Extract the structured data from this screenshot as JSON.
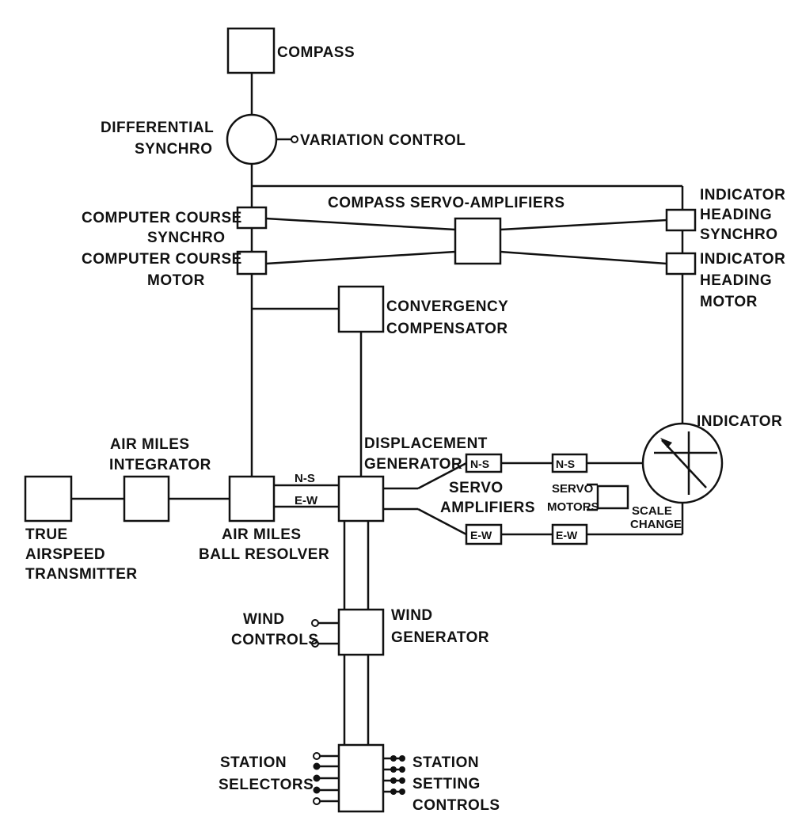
{
  "labels": {
    "compass": "COMPASS",
    "differential_synchro_1": "DIFFERENTIAL",
    "differential_synchro_2": "SYNCHRO",
    "variation_control": "VARIATION CONTROL",
    "compass_servo_amplifiers": "COMPASS SERVO-AMPLIFIERS",
    "computer_course_synchro_1": "COMPUTER COURSE",
    "computer_course_synchro_2": "SYNCHRO",
    "computer_course_motor_1": "COMPUTER COURSE",
    "computer_course_motor_2": "MOTOR",
    "indicator_heading_synchro_1": "INDICATOR",
    "indicator_heading_synchro_2": "HEADING",
    "indicator_heading_synchro_3": "SYNCHRO",
    "indicator_heading_motor_1": "INDICATOR",
    "indicator_heading_motor_2": "HEADING",
    "indicator_heading_motor_3": "MOTOR",
    "convergency_1": "CONVERGENCY",
    "convergency_2": "COMPENSATOR",
    "indicator": "INDICATOR",
    "air_miles_integrator_1": "AIR MILES",
    "air_miles_integrator_2": "INTEGRATOR",
    "displacement_generator_1": "DISPLACEMENT",
    "displacement_generator_2": "GENERATOR",
    "ns_line": "N-S",
    "ew_line": "E-W",
    "servo_amplifiers_1": "SERVO",
    "servo_amplifiers_2": "AMPLIFIERS",
    "servo_motors_1": "SERVO",
    "servo_motors_2": "MOTORS",
    "scale_change_1": "SCALE",
    "scale_change_2": "CHANGE",
    "amp_ns": "N-S",
    "amp_ew": "E-W",
    "motor_ns": "N-S",
    "motor_ew": "E-W",
    "true_airspeed_1": "TRUE",
    "true_airspeed_2": "AIRSPEED",
    "true_airspeed_3": "TRANSMITTER",
    "air_miles_resolver_1": "AIR MILES",
    "air_miles_resolver_2": "BALL RESOLVER",
    "wind_controls_1": "WIND",
    "wind_controls_2": "CONTROLS",
    "wind_generator_1": "WIND",
    "wind_generator_2": "GENERATOR",
    "station_selectors_1": "STATION",
    "station_selectors_2": "SELECTORS",
    "station_setting_1": "STATION",
    "station_setting_2": "SETTING",
    "station_setting_3": "CONTROLS"
  }
}
